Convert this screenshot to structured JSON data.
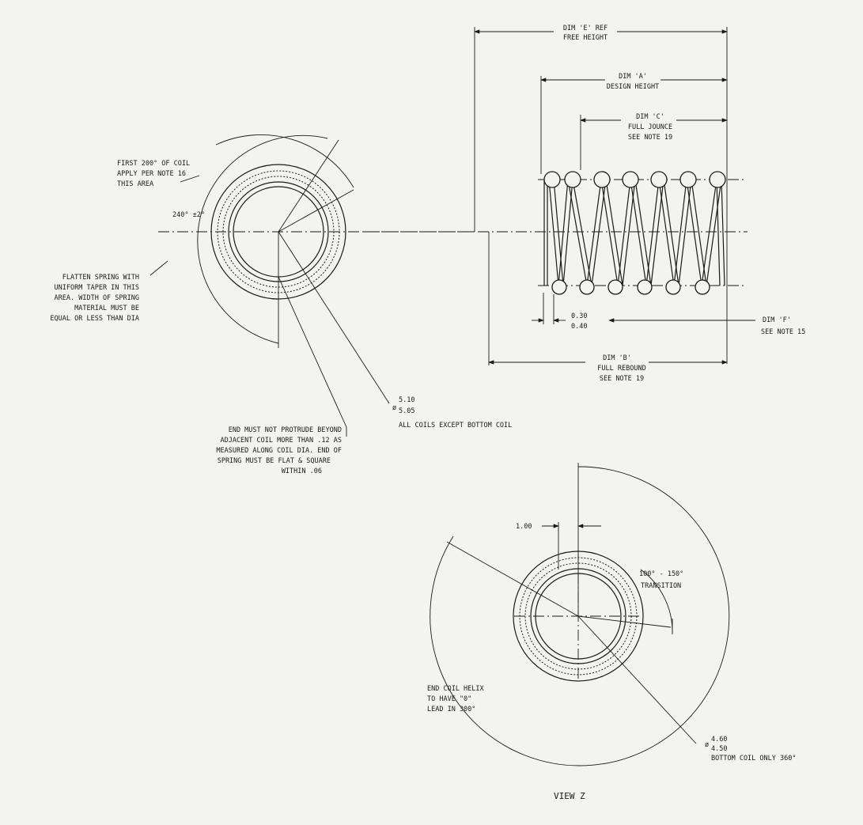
{
  "notes": {
    "first_200": [
      "FIRST 200° OF COIL",
      "APPLY PER NOTE 16",
      "THIS AREA"
    ],
    "angle_240": "240°  ±2°",
    "flatten": [
      "FLATTEN SPRING WITH",
      "UNIFORM TAPER IN THIS",
      "AREA. WIDTH OF SPRING",
      "MATERIAL MUST BE",
      "EQUAL OR LESS THAN DIA"
    ],
    "end_protrude": [
      "END MUST NOT PROTRUDE BEYOND",
      "ADJACENT COIL MORE THAN .12 AS",
      "MEASURED ALONG COIL DIA.  END OF",
      "SPRING MUST BE FLAT & SQUARE",
      "WITHIN .06"
    ],
    "dia_top": "5.10",
    "dia_bot": "5.05",
    "dia_note": "ALL COILS EXCEPT BOTTOM COIL",
    "dia_symbol": "ø"
  },
  "dims": {
    "e_label": "DIM 'E' REF",
    "e_sub": "FREE HEIGHT",
    "a_label": "DIM 'A'",
    "a_sub": "DESIGN HEIGHT",
    "c_label": "DIM 'C'",
    "c_sub1": "FULL JOUNCE",
    "c_sub2": "SEE NOTE 19",
    "b_label": "DIM 'B'",
    "b_sub1": "FULL REBOUND",
    "b_sub2": "SEE NOTE 19",
    "f_label": "DIM 'F'",
    "f_sub": "SEE NOTE 15",
    "tol_top": "0.30",
    "tol_bot": "0.40"
  },
  "view_z": {
    "title": "VIEW Z",
    "offset": "1.00",
    "transition": [
      "100° - 150°",
      "TRANSITION"
    ],
    "end_coil": [
      "END COIL HELIX",
      "TO HAVE \"0\"",
      "LEAD IN 300°"
    ],
    "dia_top": "4.60",
    "dia_bot": "4.50",
    "dia_note": "BOTTOM COIL ONLY 360°",
    "dia_symbol": "ø"
  }
}
